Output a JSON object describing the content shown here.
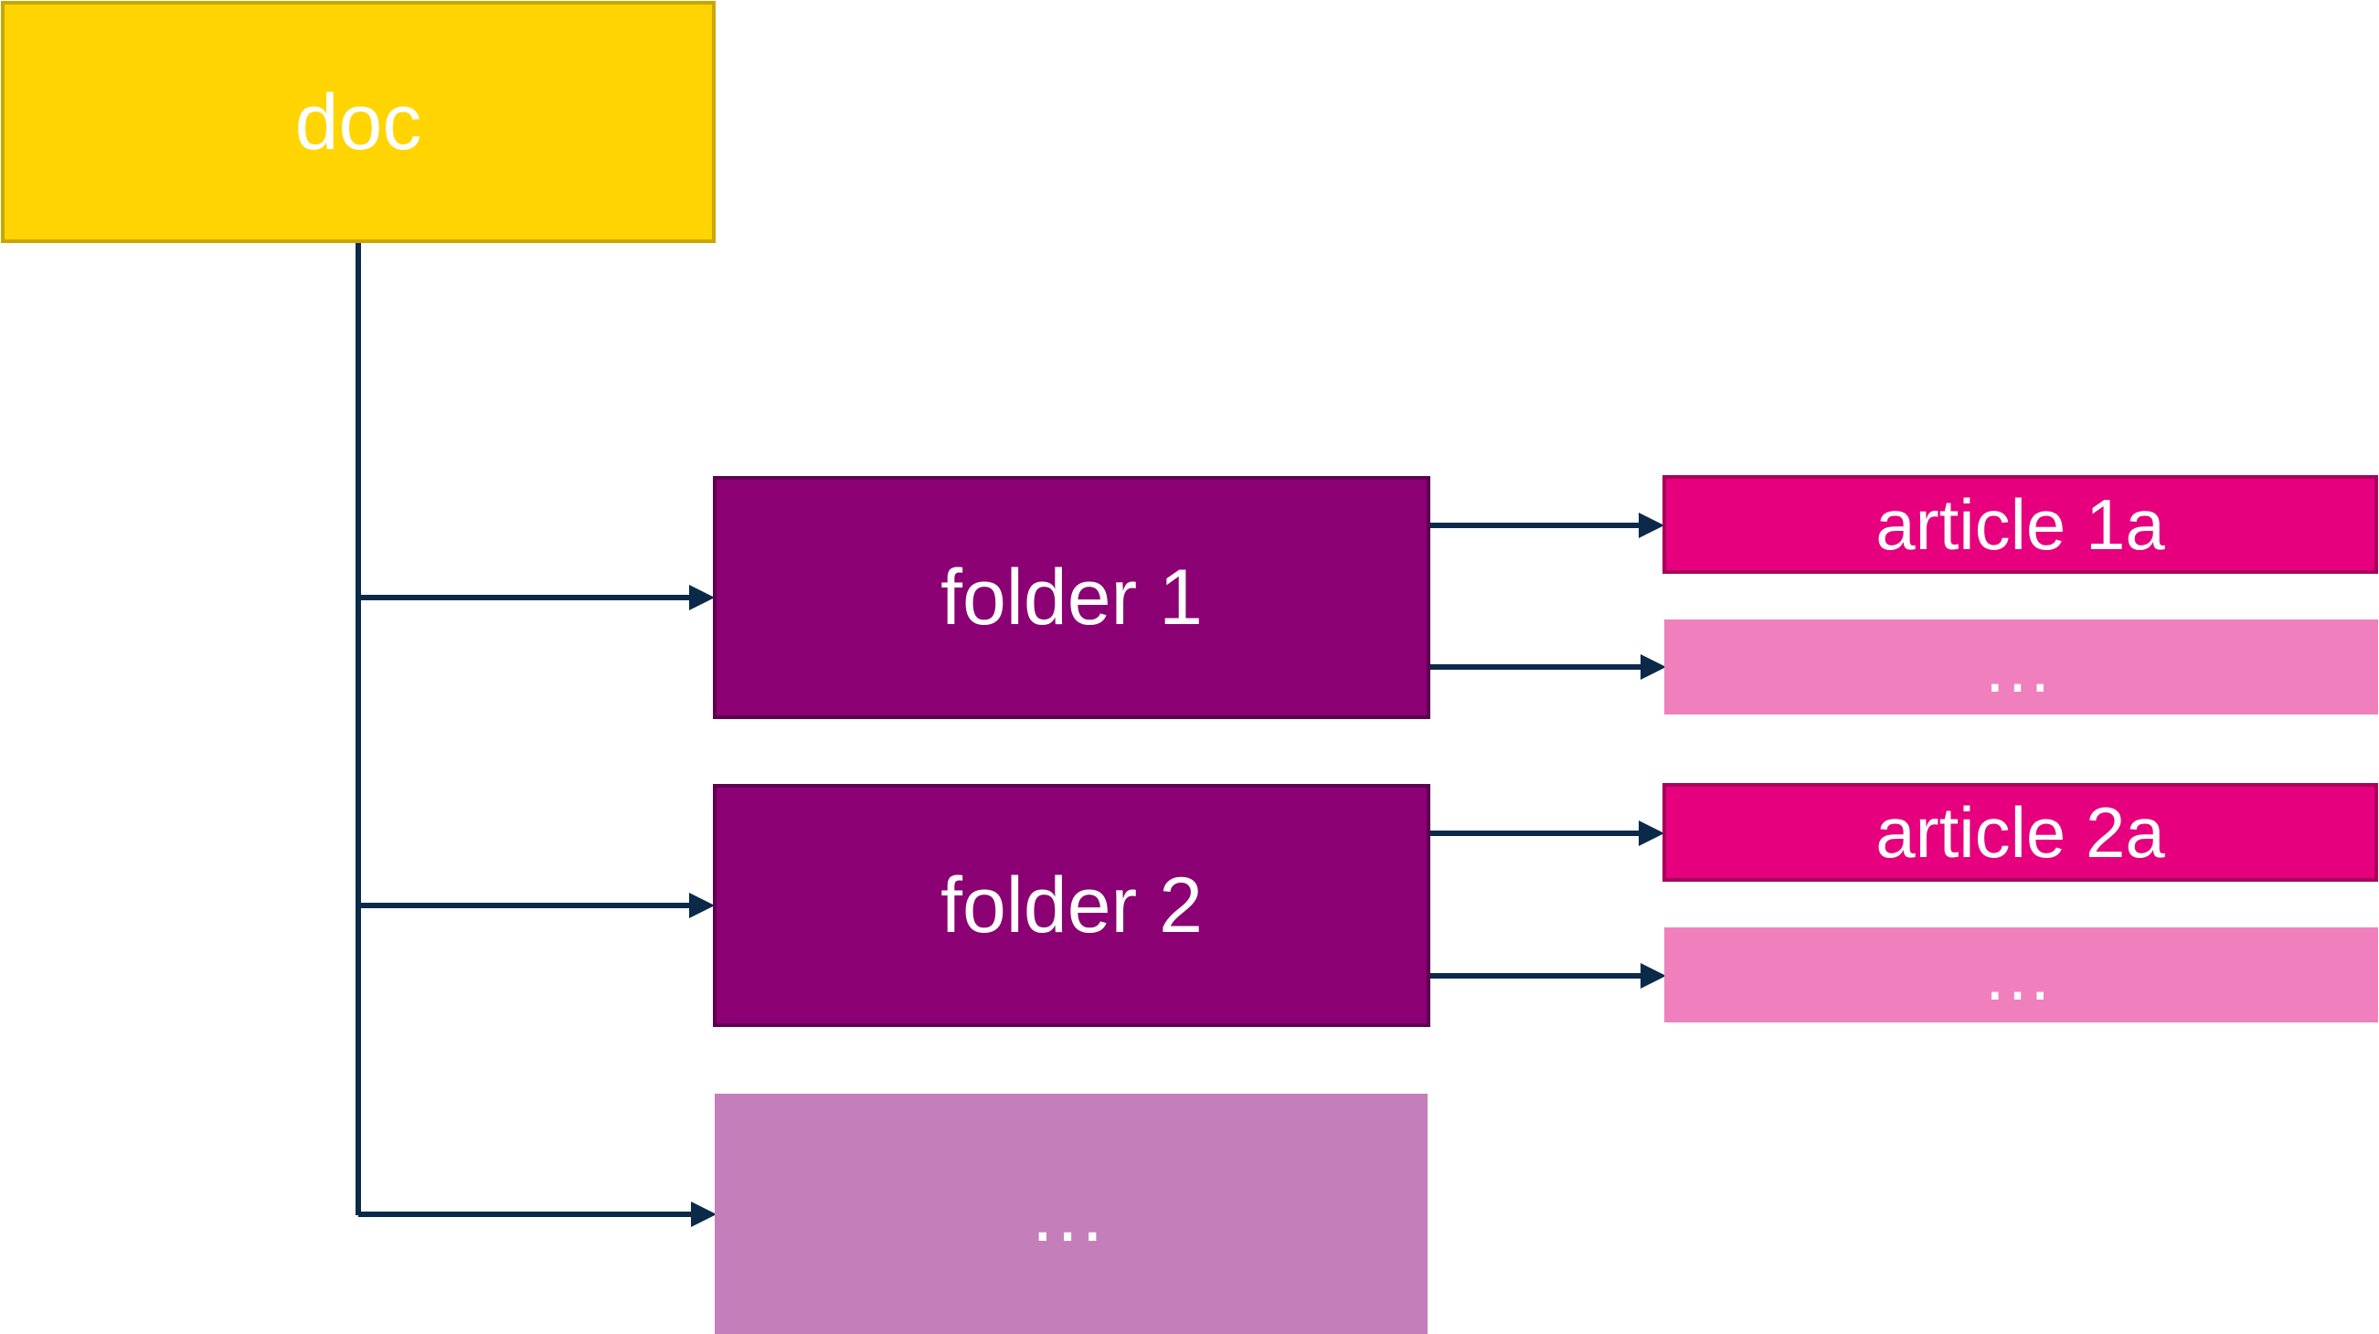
{
  "root": {
    "label": "doc",
    "color": "#FFD400"
  },
  "folders": [
    {
      "label": "folder 1",
      "color": "#8B0073"
    },
    {
      "label": "folder 2",
      "color": "#8B0073"
    },
    {
      "label": "…",
      "color": "#C47FBA"
    }
  ],
  "articles": [
    {
      "label": "article 1a",
      "color": "#E6007E"
    },
    {
      "label": "…",
      "color": "#F080BD"
    },
    {
      "label": "article 2a",
      "color": "#E6007E"
    },
    {
      "label": "…",
      "color": "#F080BD"
    }
  ],
  "connector_color": "#0B2A4A"
}
